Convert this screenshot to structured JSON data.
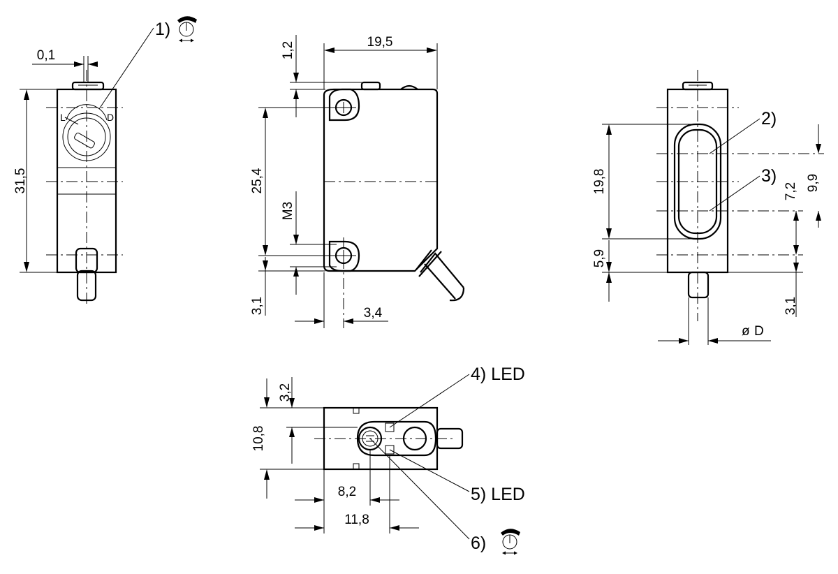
{
  "dimensions": {
    "gap": "0,1",
    "height": "31,5",
    "width": "19,5",
    "hole_offset_top": "1,2",
    "hole_spacing": "25,4",
    "thread": "M3",
    "hole_offset_bottom": "3,1",
    "hole_offset_side": "3,4",
    "window_height": "19,8",
    "window_offset": "5,9",
    "axis_2": "9,9",
    "axis_3": "7,2",
    "cable_offset": "3,1",
    "cable_diameter": "D",
    "diameter_symbol": "ø",
    "bottom_offset": "3,2",
    "depth": "10,8",
    "led_x": "8,2",
    "pot_x": "11,8"
  },
  "callouts": {
    "c1": "1)",
    "c2": "2)",
    "c3": "3)",
    "c4": "4) LED",
    "c5": "5) LED",
    "c6": "6)"
  },
  "markings": {
    "pot_left": "L",
    "pot_right": "D"
  },
  "icons": {
    "potentiometer": "rotary-knob-icon"
  }
}
